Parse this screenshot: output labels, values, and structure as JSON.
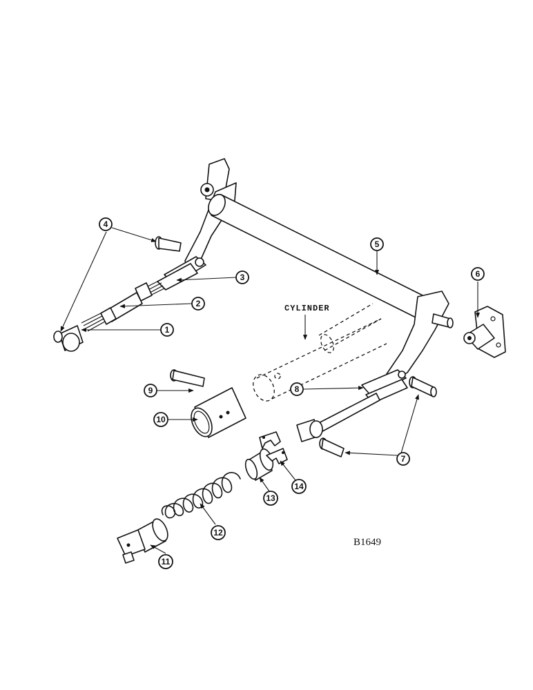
{
  "diagram": {
    "cylinder_label": "CYLINDER",
    "drawing_code": "B1649",
    "callouts": [
      "1",
      "2",
      "3",
      "4",
      "5",
      "6",
      "7",
      "8",
      "9",
      "10",
      "11",
      "12",
      "13",
      "14"
    ]
  }
}
